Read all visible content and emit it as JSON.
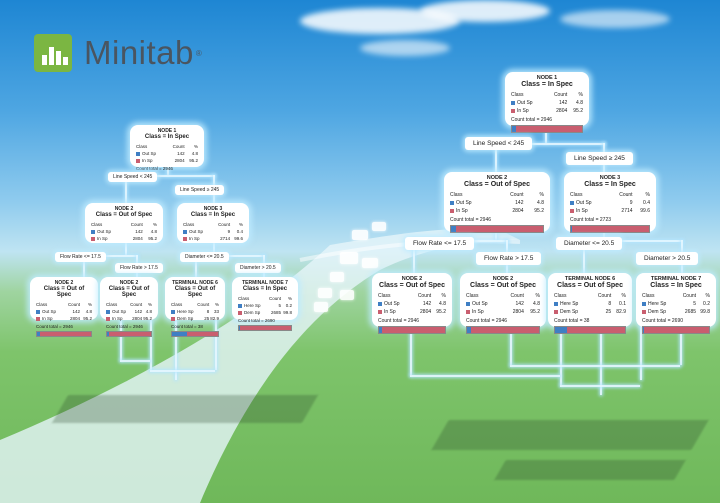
{
  "brand": {
    "name": "Minitab",
    "reg": "®"
  },
  "colors": {
    "out": "#3f7fc4",
    "in": "#c95e6f",
    "accent": "#7bb642"
  },
  "left_tree": {
    "node1": {
      "title": "NODE 1",
      "class": "Class = In Spec",
      "head": [
        "Class",
        "Count",
        "%"
      ],
      "rows": [
        [
          "Out Sp",
          "142",
          "4.8"
        ],
        [
          "In Sp",
          "2804",
          "95.2"
        ]
      ],
      "total": "Count total = 2946"
    },
    "split1": {
      "left": "Line Speed < 245",
      "right": "Line Speed ≥ 245"
    },
    "node2": {
      "title": "NODE 2",
      "class": "Class = Out of Spec",
      "head": [
        "Class",
        "Count",
        "%"
      ],
      "rows": [
        [
          "Out Sp",
          "142",
          "4.8"
        ],
        [
          "In Sp",
          "2804",
          "95.2"
        ]
      ],
      "total": "Count total = 2946"
    },
    "node3": {
      "title": "NODE 3",
      "class": "Class = In Spec",
      "head": [
        "Class",
        "Count",
        "%"
      ],
      "rows": [
        [
          "Out Sp",
          "9",
          "0.4"
        ],
        [
          "In Sp",
          "2714",
          "99.6"
        ]
      ],
      "total": "Count total = 2723"
    },
    "split2": {
      "left": "Flow Rate <= 17.5",
      "right": "Flow Rate > 17.5"
    },
    "split3": {
      "left": "Diameter <= 20.5",
      "right": "Diameter > 20.5"
    },
    "node4": {
      "title": "NODE 2",
      "class": "Class = Out of Spec",
      "head": [
        "Class",
        "Count",
        "%"
      ],
      "rows": [
        [
          "Out Sp",
          "142",
          "4.8"
        ],
        [
          "In Sp",
          "2804",
          "95.2"
        ]
      ],
      "total": "Count total = 2946"
    },
    "node5": {
      "title": "NODE 2",
      "class": "Class = Out of Spec",
      "head": [
        "Class",
        "Count",
        "%"
      ],
      "rows": [
        [
          "Out Sp",
          "142",
          "4.8"
        ],
        [
          "In Sp",
          "2804",
          "95.2"
        ]
      ],
      "total": "Count total = 2946"
    },
    "node6": {
      "title": "TERMINAL NODE 6",
      "class": "Class = Out of Spec",
      "head": [
        "Class",
        "Count",
        "%"
      ],
      "rows": [
        [
          "Here Sp",
          "8",
          "33"
        ],
        [
          "Dem Sp",
          "25",
          "82.9"
        ]
      ],
      "total": "Count total = 38"
    },
    "node7": {
      "title": "TERMINAL NODE 7",
      "class": "Class = In Spec",
      "head": [
        "Class",
        "Count",
        "%"
      ],
      "rows": [
        [
          "Here Sp",
          "5",
          "0.2"
        ],
        [
          "Dem Sp",
          "2685",
          "99.8"
        ]
      ],
      "total": "Count total = 2690"
    }
  },
  "right_tree": {
    "node1": {
      "title": "NODE 1",
      "class": "Class = In Spec",
      "head": [
        "Class",
        "Count",
        "%"
      ],
      "rows": [
        [
          "Out Sp",
          "142",
          "4.8"
        ],
        [
          "In Sp",
          "2804",
          "95.2"
        ]
      ],
      "total": "Count total = 2946"
    },
    "split1": {
      "left": "Line Speed < 245",
      "right": "Line Speed ≥ 245"
    },
    "node2": {
      "title": "NODE 2",
      "class": "Class = Out of Spec",
      "head": [
        "Class",
        "Count",
        "%"
      ],
      "rows": [
        [
          "Out Sp",
          "142",
          "4.8"
        ],
        [
          "In Sp",
          "2804",
          "95.2"
        ]
      ],
      "total": "Count total = 2946"
    },
    "node3": {
      "title": "NODE 3",
      "class": "Class = In Spec",
      "head": [
        "Class",
        "Count",
        "%"
      ],
      "rows": [
        [
          "Out Sp",
          "9",
          "0.4"
        ],
        [
          "In Sp",
          "2714",
          "99.6"
        ]
      ],
      "total": "Count total = 2723"
    },
    "split2": {
      "left": "Flow Rate <= 17.5",
      "right": "Flow Rate > 17.5"
    },
    "split3": {
      "left": "Diameter <= 20.5",
      "right": "Diameter > 20.5"
    },
    "node4": {
      "title": "NODE 2",
      "class": "Class = Out of Spec",
      "head": [
        "Class",
        "Count",
        "%"
      ],
      "rows": [
        [
          "Out Sp",
          "142",
          "4.8"
        ],
        [
          "In Sp",
          "2804",
          "95.2"
        ]
      ],
      "total": "Count total = 2946"
    },
    "node5": {
      "title": "NODE 2",
      "class": "Class = Out of Spec",
      "head": [
        "Class",
        "Count",
        "%"
      ],
      "rows": [
        [
          "Out Sp",
          "142",
          "4.8"
        ],
        [
          "In Sp",
          "2804",
          "95.2"
        ]
      ],
      "total": "Count total = 2946"
    },
    "node6": {
      "title": "TERMINAL NODE 6",
      "class": "Class = Out of Spec",
      "head": [
        "Class",
        "Count",
        "%"
      ],
      "rows": [
        [
          "Here Sp",
          "8",
          "0.1"
        ],
        [
          "Dem Sp",
          "25",
          "82.9"
        ]
      ],
      "total": "Count total = 38"
    },
    "node7": {
      "title": "TERMINAL NODE 7",
      "class": "Class = In Spec",
      "head": [
        "Class",
        "Count",
        "%"
      ],
      "rows": [
        [
          "Here Sp",
          "5",
          "0.2"
        ],
        [
          "Dem Sp",
          "2685",
          "99.8"
        ]
      ],
      "total": "Count total = 2690"
    }
  }
}
